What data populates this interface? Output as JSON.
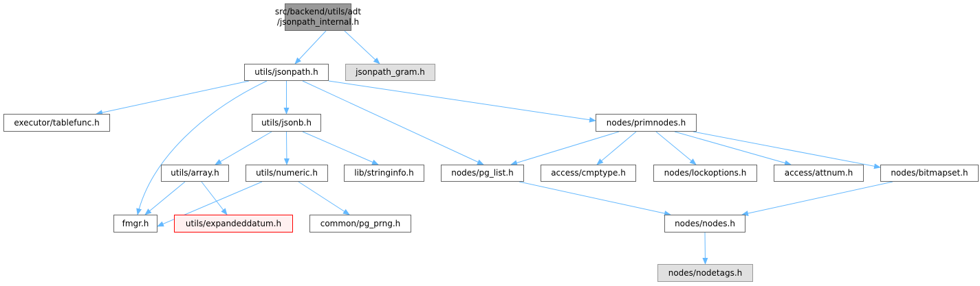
{
  "graph": {
    "edge_color": "#63b8ff",
    "nodes": {
      "root": {
        "label_line1": "src/backend/utils/adt",
        "label_line2": "/jsonpath_internal.h",
        "style": "root"
      },
      "jsonpath": {
        "label": "utils/jsonpath.h",
        "style": "normal"
      },
      "jsonpath_gram": {
        "label": "jsonpath_gram.h",
        "style": "gray"
      },
      "tablefunc": {
        "label": "executor/tablefunc.h",
        "style": "normal"
      },
      "jsonb": {
        "label": "utils/jsonb.h",
        "style": "normal"
      },
      "primnodes": {
        "label": "nodes/primnodes.h",
        "style": "normal"
      },
      "array": {
        "label": "utils/array.h",
        "style": "normal"
      },
      "numeric": {
        "label": "utils/numeric.h",
        "style": "normal"
      },
      "stringinfo": {
        "label": "lib/stringinfo.h",
        "style": "normal"
      },
      "pg_list": {
        "label": "nodes/pg_list.h",
        "style": "normal"
      },
      "cmptype": {
        "label": "access/cmptype.h",
        "style": "normal"
      },
      "lockoptions": {
        "label": "nodes/lockoptions.h",
        "style": "normal"
      },
      "attnum": {
        "label": "access/attnum.h",
        "style": "normal"
      },
      "bitmapset": {
        "label": "nodes/bitmapset.h",
        "style": "normal"
      },
      "fmgr": {
        "label": "fmgr.h",
        "style": "normal"
      },
      "expandeddatum": {
        "label": "utils/expandeddatum.h",
        "style": "red"
      },
      "pg_prng": {
        "label": "common/pg_prng.h",
        "style": "normal"
      },
      "nodes": {
        "label": "nodes/nodes.h",
        "style": "normal"
      },
      "nodetags": {
        "label": "nodes/nodetags.h",
        "style": "gray"
      }
    },
    "edges": [
      [
        "root",
        "jsonpath"
      ],
      [
        "root",
        "jsonpath_gram"
      ],
      [
        "jsonpath",
        "tablefunc"
      ],
      [
        "jsonpath",
        "fmgr"
      ],
      [
        "jsonpath",
        "jsonb"
      ],
      [
        "jsonpath",
        "pg_list"
      ],
      [
        "jsonpath",
        "primnodes"
      ],
      [
        "jsonb",
        "array"
      ],
      [
        "jsonb",
        "numeric"
      ],
      [
        "jsonb",
        "stringinfo"
      ],
      [
        "array",
        "fmgr"
      ],
      [
        "array",
        "expandeddatum"
      ],
      [
        "numeric",
        "fmgr"
      ],
      [
        "numeric",
        "pg_prng"
      ],
      [
        "primnodes",
        "pg_list"
      ],
      [
        "primnodes",
        "cmptype"
      ],
      [
        "primnodes",
        "lockoptions"
      ],
      [
        "primnodes",
        "attnum"
      ],
      [
        "primnodes",
        "bitmapset"
      ],
      [
        "pg_list",
        "nodes"
      ],
      [
        "bitmapset",
        "nodes"
      ],
      [
        "nodes",
        "nodetags"
      ]
    ]
  }
}
